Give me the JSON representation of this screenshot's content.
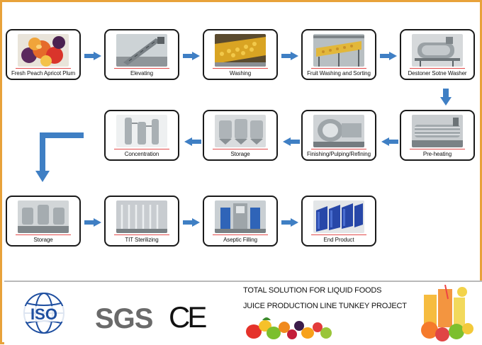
{
  "steps": [
    {
      "label": "Fresh  Peach Apricot Plum"
    },
    {
      "label": "Elevating"
    },
    {
      "label": "Washing"
    },
    {
      "label": "Fruit Washing and Sorting"
    },
    {
      "label": "Destoner Sotne Washer"
    },
    {
      "label": "Pre-heating"
    },
    {
      "label": "Finishing/Pulping/Refining"
    },
    {
      "label": "Storage"
    },
    {
      "label": "Concentration"
    },
    {
      "label": "Storage"
    },
    {
      "label": "TIT Sterilizing"
    },
    {
      "label": "Aseptic Filling"
    },
    {
      "label": "End Product"
    }
  ],
  "footer": {
    "iso": "ISO",
    "sgs": "SGS",
    "ce": "CE",
    "line1": "TOTAL SOLUTION FOR LIQUID FOODS",
    "line2": "JUICE PRODUCTION LINE TUNKEY PROJECT"
  },
  "colors": {
    "arrow": "#3f7fc4",
    "border": "#e8a23a",
    "underline": "#e14a4a"
  }
}
